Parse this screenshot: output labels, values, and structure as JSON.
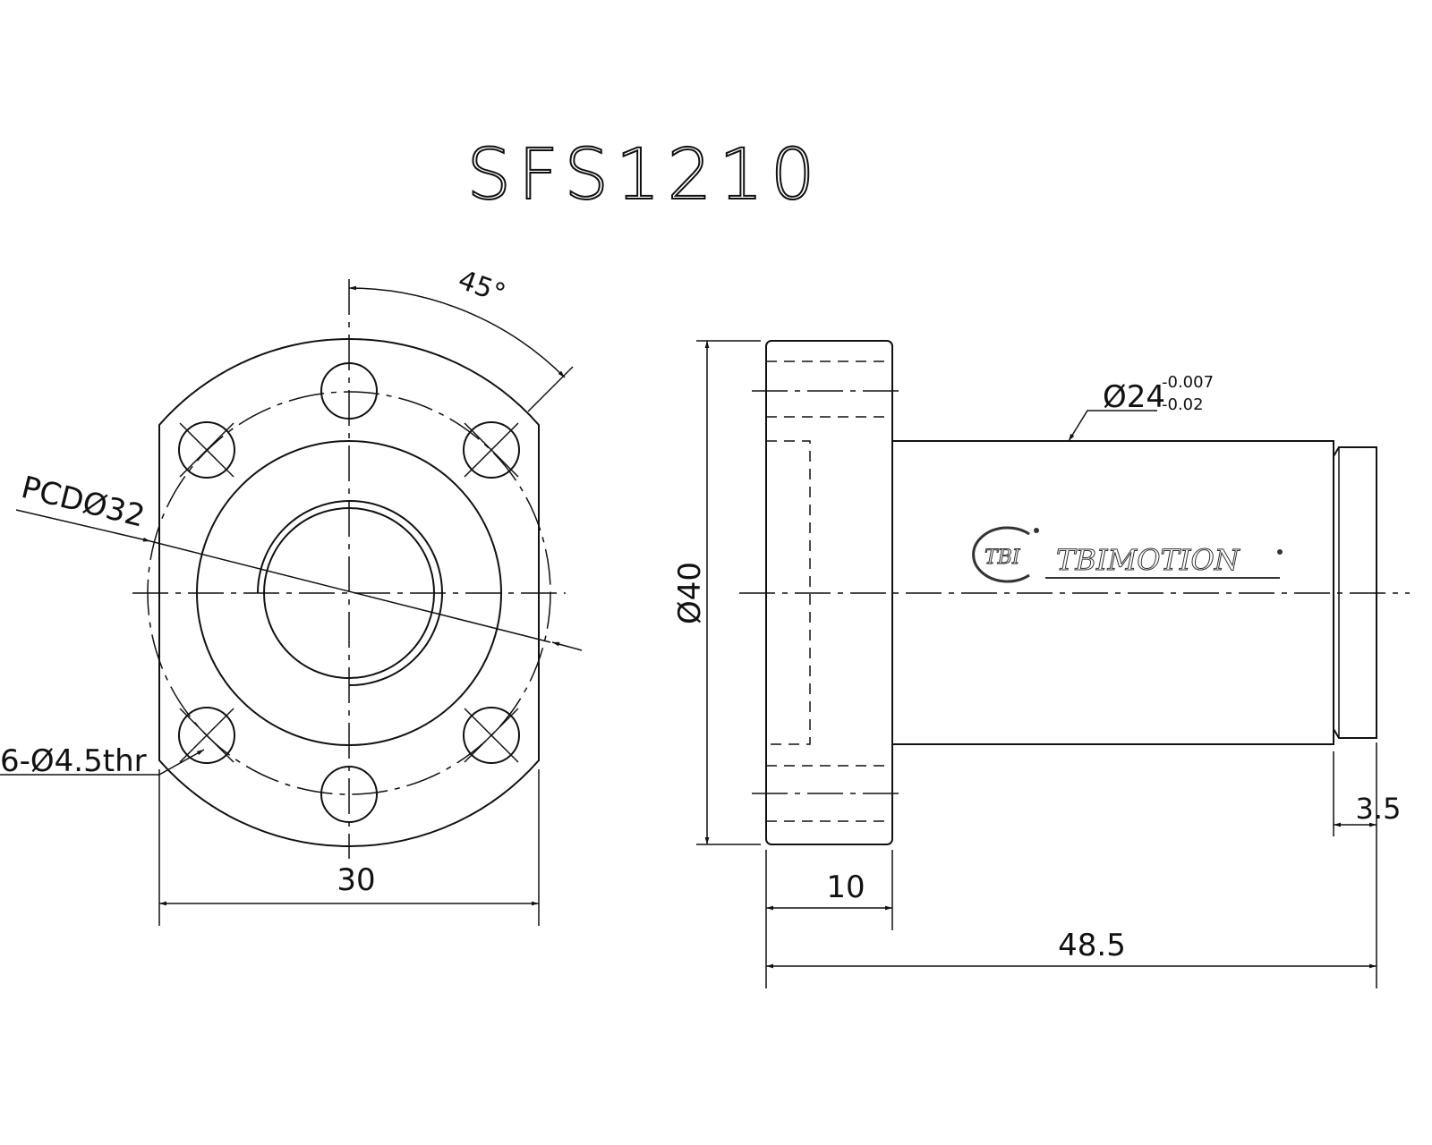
{
  "title": "SFS1210",
  "front_view": {
    "angle_label": "45°",
    "pcd_label": "PCDØ32",
    "holes_label": "6-Ø4.5thr",
    "width_label": "30"
  },
  "side_view": {
    "diameter_label": "Ø40",
    "shaft_label": "Ø24",
    "tol_upper": "-0.007",
    "tol_lower": "-0.02",
    "flange_label": "10",
    "length_label": "48.5",
    "step_label": "3.5"
  },
  "logo": {
    "mark": "TBI",
    "name": "TBIMOTION"
  }
}
